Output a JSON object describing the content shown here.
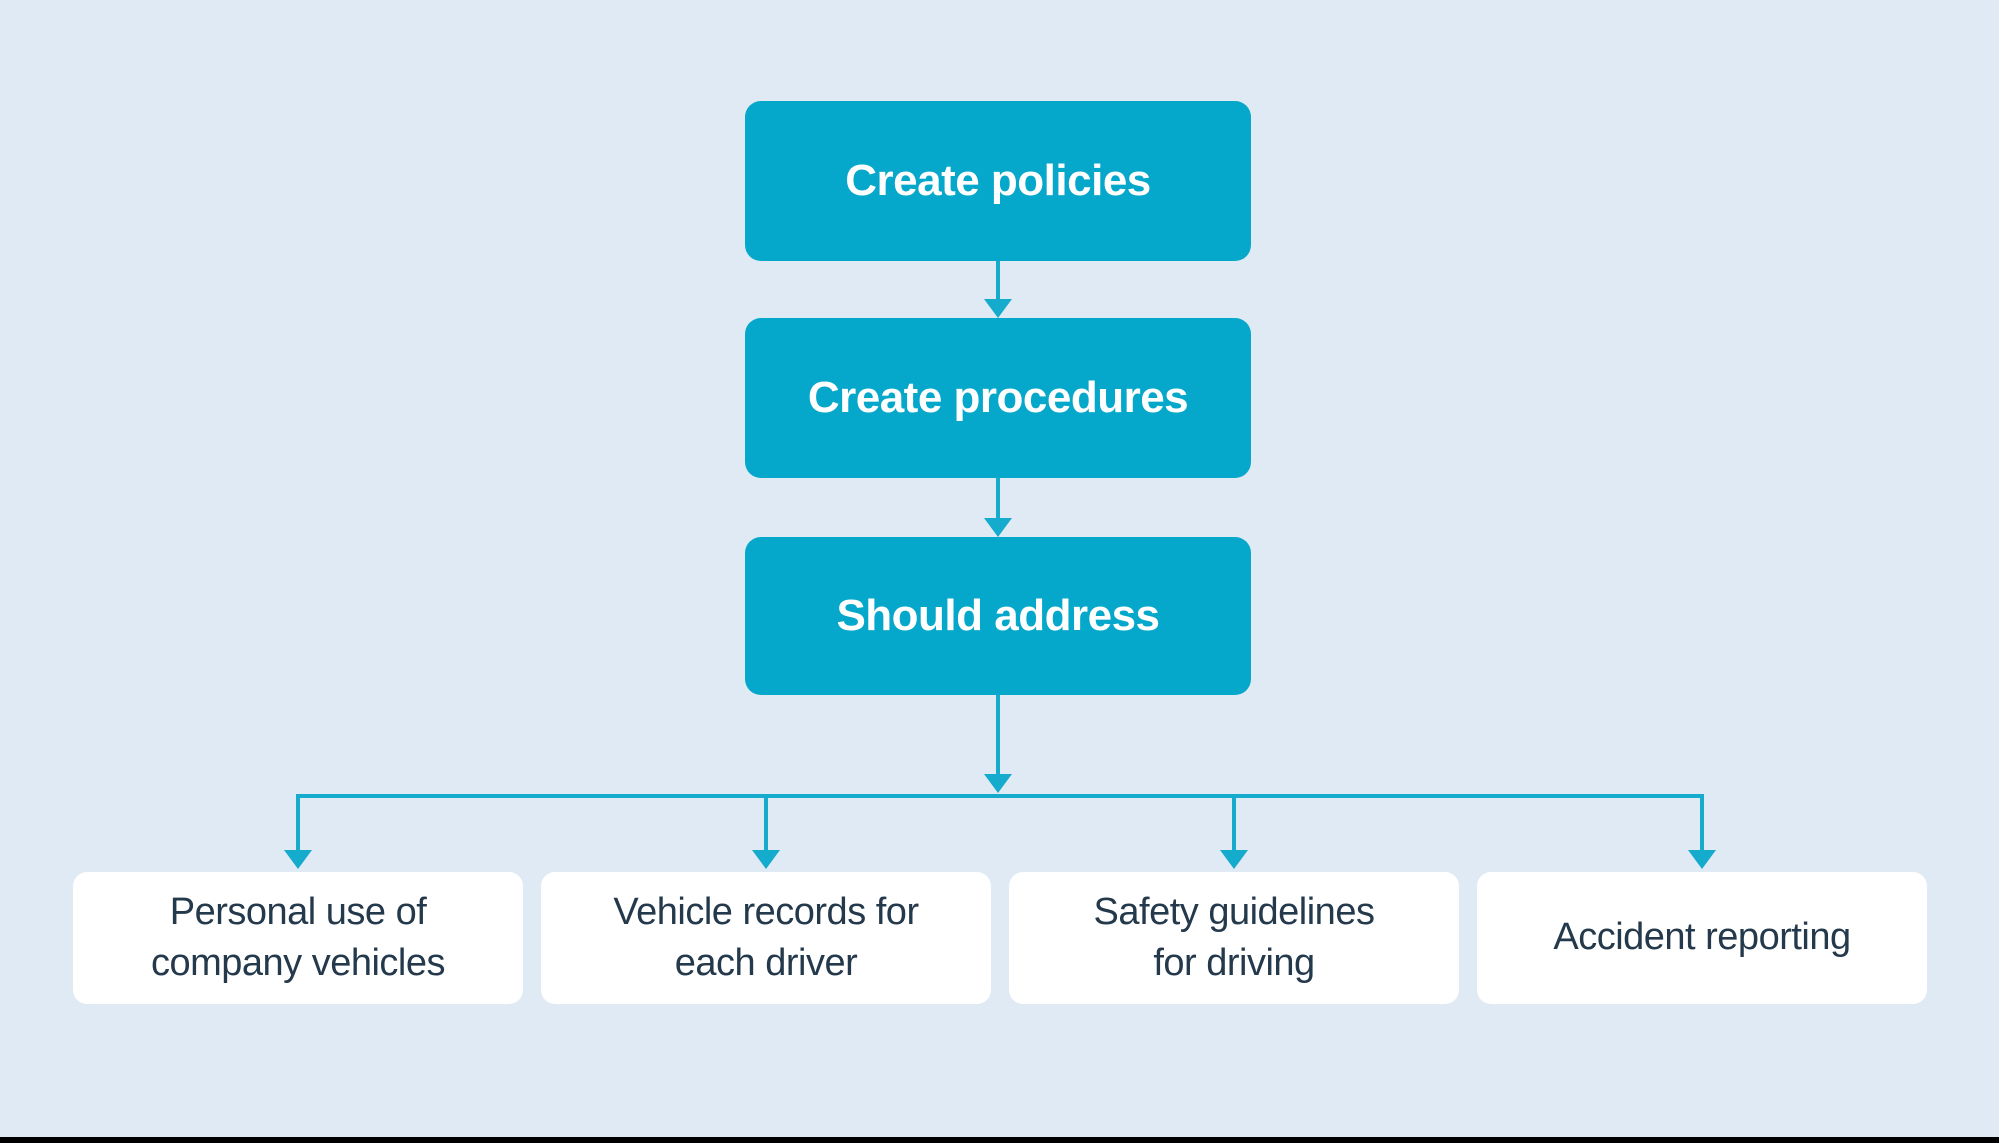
{
  "diagram": {
    "steps": [
      {
        "label": "Create policies"
      },
      {
        "label": "Create procedures"
      },
      {
        "label": "Should address"
      }
    ],
    "outcomes": [
      {
        "label": "Personal use of company vehicles",
        "lines": [
          "Personal use of",
          "company vehicles"
        ]
      },
      {
        "label": "Vehicle records for each driver",
        "lines": [
          "Vehicle records for",
          "each driver"
        ]
      },
      {
        "label": "Safety guidelines for driving",
        "lines": [
          "Safety guidelines",
          "for driving"
        ]
      },
      {
        "label": "Accident reporting",
        "lines": [
          "Accident reporting"
        ]
      }
    ]
  },
  "colors": {
    "background": "#E0EAF4",
    "process_box": "#05A8CA",
    "process_text": "#FFFFFF",
    "connector": "#14ABCD",
    "outcome_box": "#FFFFFF",
    "outcome_text": "#24394B",
    "bottom_bar": "#000000"
  }
}
